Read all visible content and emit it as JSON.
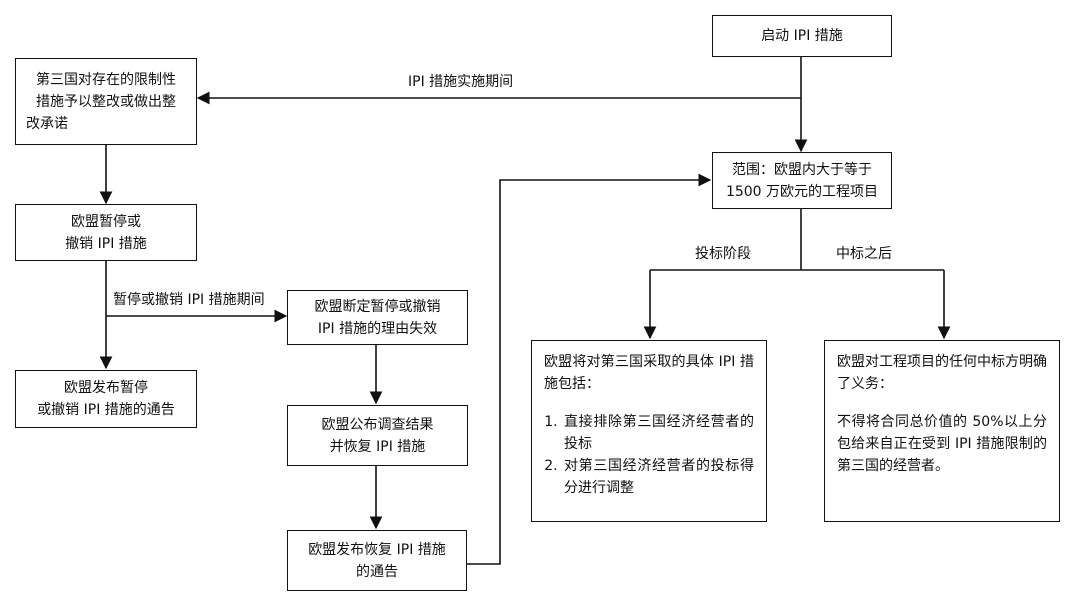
{
  "nodes": {
    "start": {
      "lines": [
        "启动 IPI 措施"
      ]
    },
    "third_country_rectify": {
      "lines": [
        "第三国对存在的限制性",
        "措施予以整改或做出整",
        "改承诺"
      ]
    },
    "scope": {
      "lines": [
        "范围：欧盟内大于等于",
        "1500 万欧元的工程项目"
      ]
    },
    "eu_suspend": {
      "lines": [
        "欧盟暂停或",
        "撤销 IPI 措施"
      ]
    },
    "eu_publish_suspend": {
      "lines": [
        "欧盟发布暂停",
        "或撤销 IPI 措施的通告"
      ]
    },
    "eu_reasons_invalid": {
      "lines": [
        "欧盟断定暂停或撤销",
        "IPI 措施的理由失效"
      ]
    },
    "eu_investigation": {
      "lines": [
        "欧盟公布调查结果",
        "并恢复 IPI 措施"
      ]
    },
    "eu_publish_restore": {
      "lines": [
        "欧盟发布恢复 IPI 措施",
        "的通告"
      ]
    },
    "bid_measures": {
      "intro": "欧盟将对第三国采取的具体 IPI 措施包括：",
      "items": [
        "直接排除第三国经济经营者的投标",
        "对第三国经济经营者的投标得分进行调整"
      ]
    },
    "award_obligations": {
      "intro": "欧盟对工程项目的任何中标方明确了义务：",
      "detail": "不得将合同总价值的 50%以上分包给来自正在受到 IPI 措施限制的第三国的经营者。"
    }
  },
  "edges": {
    "during_ipi": "IPI 措施实施期间",
    "during_suspension": "暂停或撤销 IPI 措施期间",
    "bidding_stage": "投标阶段",
    "after_award": "中标之后"
  },
  "colors": {
    "line": "#111111",
    "background": "#ffffff"
  }
}
